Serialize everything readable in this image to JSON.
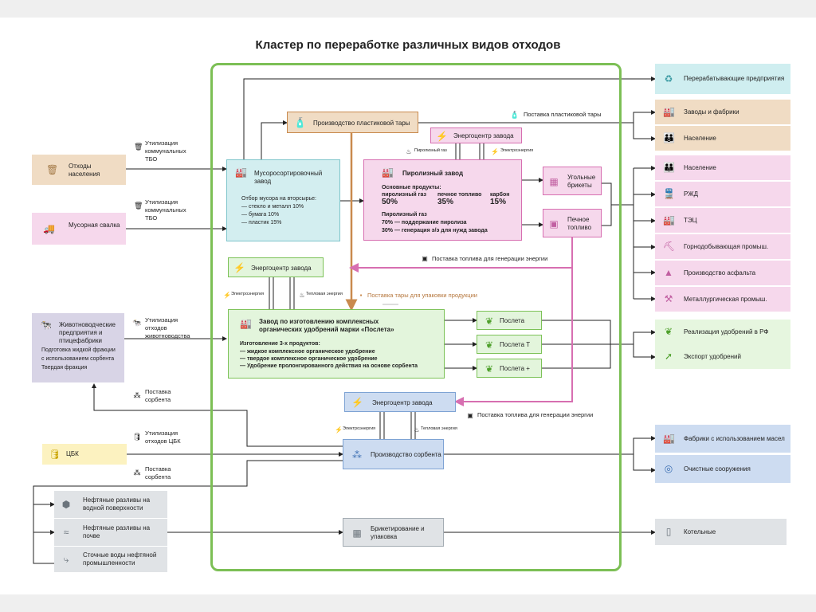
{
  "title": "Кластер по переработке различных видов отходов",
  "colors": {
    "frame": "#7cbf55",
    "orange_arrow": "#c98a4e",
    "pink_arrow": "#d76fb1",
    "line": "#222222"
  },
  "sources": {
    "households": "Отходы населения",
    "landfill": "Мусорная свалка",
    "livestock": {
      "title": "Животноводческие предприятия и птицефабрики",
      "lines": [
        "Подготовка жидкой фракции",
        "с использованием сорбента",
        "Твердая фракция"
      ]
    },
    "tsbk": "ЦБК",
    "oil_water": "Нефтяные разливы на водной поверхности",
    "oil_soil": "Нефтяные разливы на почве",
    "oil_wastewater": "Сточные воды нефтяной промышленности"
  },
  "inputs": {
    "msw_1": "Утилизация коммунальных ТБО",
    "msw_2": "Утилизация коммунальных ТБО",
    "livestock_waste": "Утилизация отходов животноводства",
    "sorbent_supply_1": "Поставка сорбента",
    "tsbk_waste": "Утилизация отходов ЦБК",
    "sorbent_supply_2": "Поставка сорбента"
  },
  "cluster": {
    "sorting": {
      "title": "Мусоросортировочный завод",
      "lines": [
        "Отбор мусора на вторсырье:",
        "— стекло и металл 10%",
        "— бумага 10%",
        "— пластик 15%"
      ]
    },
    "plastic": "Производство пластиковой тары",
    "energy_top": "Энергоцентр завода",
    "pyrolysis": {
      "title": "Пиролизный завод",
      "products_head": "Основные продукты:",
      "p1_name": "пиролизный газ",
      "p1_val": "50%",
      "p2_name": "печное топливо",
      "p2_val": "35%",
      "p3_name": "карбон",
      "p3_val": "15%",
      "gas_head": "Пиролизный газ",
      "gas1": "70% — поддержание пиролиза",
      "gas2": "30% — генерация э/э для нужд завода"
    },
    "coal": "Угольные брикеты",
    "stove_fuel": "Печное топливо",
    "energy_mid": "Энергоцентр завода",
    "poslyota_plant": {
      "title": "Завод по изготовлению комплексных органических удобрений марки «Послета»",
      "head": "Изготовление 3-х продуктов:",
      "items": [
        "— жидкое комплексное органическое удобрение",
        "— твердое комплексное органическое удобрение",
        "— Удобрение пролонгированного действия на основе сорбента"
      ]
    },
    "products": [
      "Послета",
      "Послета Т",
      "Послета +"
    ],
    "energy_low": "Энергоцентр завода",
    "sorbent": "Производство сорбента",
    "briquetting": "Брикетирование и упаковка",
    "labels": {
      "pyro_gas": "Пиролизный газ",
      "electricity": "Электроэнергия",
      "heat": "Тепловая энергия",
      "fuel_supply_1": "Поставка топлива для генерации энергии",
      "fuel_supply_2": "Поставка топлива для генерации энергии",
      "packaging_supply": "Поставка тары для упаковки продукции",
      "plastic_supply": "Поставка пластиковой тары"
    }
  },
  "consumers": {
    "recycling": "Перерабатывающие предприятия",
    "factories": "Заводы и фабрики",
    "population1": "Население",
    "population2": "Население",
    "railway": "РЖД",
    "tec": "ТЭЦ",
    "mining": "Горнодобывающая промыш.",
    "asphalt": "Производство асфальта",
    "metallurgy": "Металлургическая промыш.",
    "fert_rf": "Реализация удобрений в РФ",
    "fert_export": "Экспорт удобрений",
    "oil_factories": "Фабрики с использованием масел",
    "treatment": "Очистные сооружения",
    "boilers": "Котельные"
  },
  "icons": [
    "recycle-icon",
    "factory-icon",
    "people-icon",
    "trash-icon",
    "garbage-truck-icon",
    "cow-icon",
    "barrel-icon",
    "oil-drop-icon",
    "wave-icon",
    "pipe-icon",
    "lightning-icon",
    "flame-icon",
    "bottle-icon",
    "brick-icon",
    "train-icon",
    "power-plant-icon",
    "mining-icon",
    "asphalt-icon",
    "anvil-icon",
    "leaf-icon",
    "export-icon",
    "gear-icon",
    "box-icon",
    "boiler-icon",
    "granules-icon",
    "fuel-icon"
  ]
}
